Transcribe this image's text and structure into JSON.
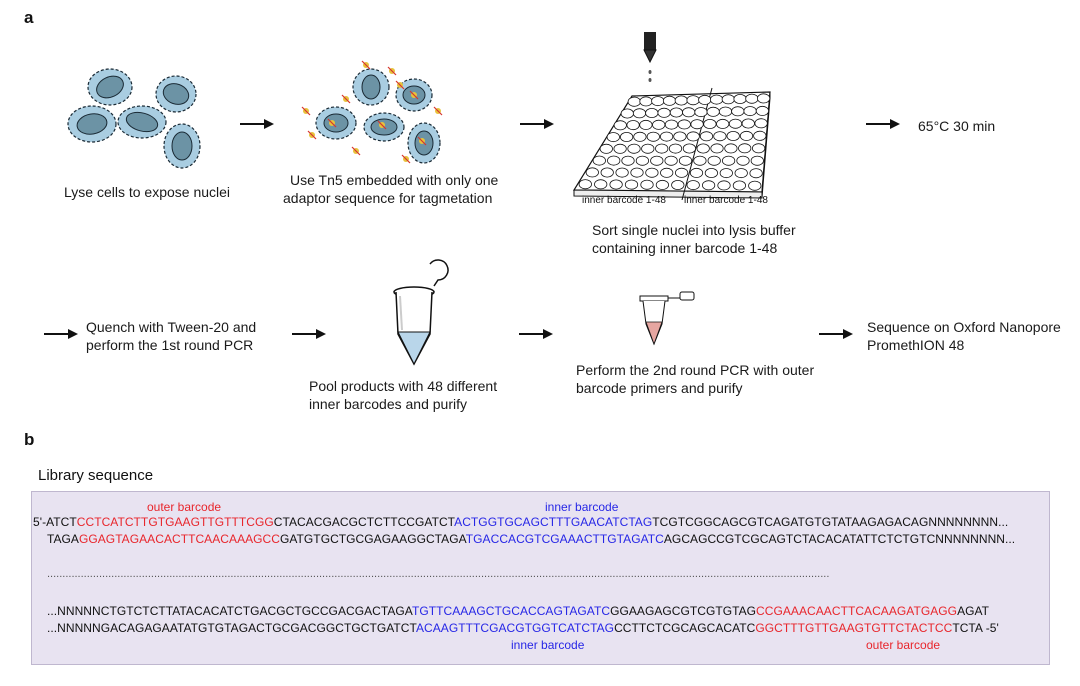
{
  "panel_a": {
    "letter": "a",
    "step1_caption": "Lyse cells to expose nuclei",
    "step2_caption_line1": "Use Tn5 embedded with only one",
    "step2_caption_line2": "adaptor sequence for tagmetation",
    "plate_label_left": "inner barcode 1-48",
    "plate_label_right": "inner barcode 1-48",
    "step3_caption_line1": "Sort single nuclei into lysis buffer",
    "step3_caption_line2": "containing inner barcode 1-48",
    "step4_caption": "65°C 30 min",
    "step5_caption_line1": "Quench with Tween-20 and",
    "step5_caption_line2": "perform the 1st round PCR",
    "step6_caption_line1": "Pool products with 48 different",
    "step6_caption_line2": "inner barcodes and purify",
    "step7_caption_line1": "Perform the 2nd round PCR with outer",
    "step7_caption_line2": "barcode primers and purify",
    "step8_caption_line1": "Sequence on Oxford Nanopore",
    "step8_caption_line2": "PromethION 48"
  },
  "panel_b": {
    "letter": "b",
    "title": "Library sequence",
    "top_outer_label": "outer barcode",
    "top_inner_label": "inner barcode",
    "line1": {
      "prefix": "5'-ATCT",
      "outer": "CCTCATCTTGTGAAGTTGTTTCGG",
      "mid": "CTACACGACGCTCTTCCGATCT",
      "inner": "ACTGGTGCAGCTTTGAACATCTAG",
      "suffix": "TCGTCGGCAGCGTCAGATGTGTATAAGAGACAGNNNNNNNN..."
    },
    "line2": {
      "prefix": "TAGA",
      "outer": "GGAGTAGAACACTTCAACAAAGCC",
      "mid": "GATGTGCTGCGAGAAGGCTAGA",
      "inner": "TGACCACGTCGAAACTTGTAGATC",
      "suffix": "AGCAGCCGTCGCAGTCTACACATATTCTCTGTCNNNNNNNN..."
    },
    "dots": "................................................................................................................................................................................................................................................................",
    "line3": {
      "prefix": "...NNNNNCTGTCTCTTATACACATCTGACGCTGCCGACGACTAGA",
      "inner": "TGTTCAAAGCTGCACCAGTAGATC",
      "mid": "GGAAGAGCGTCGTGTAG",
      "outer": "CCGAAACAACTTCACAAGATGAGG",
      "suffix": "AGAT"
    },
    "line4": {
      "prefix": "...NNNNNGACAGAGAATATGTGTAGACTGCGACGGCTGCTGATCT",
      "inner": "ACAAGTTTCGACGTGGTCATCTAG",
      "mid": "CCTTCTCGCAGCACATC",
      "outer": "GGCTTTGTTGAAGTGTTCTACTCC",
      "suffix": "TCTA -5'"
    },
    "bottom_inner_label": "inner barcode",
    "bottom_outer_label": "outer barcode"
  }
}
